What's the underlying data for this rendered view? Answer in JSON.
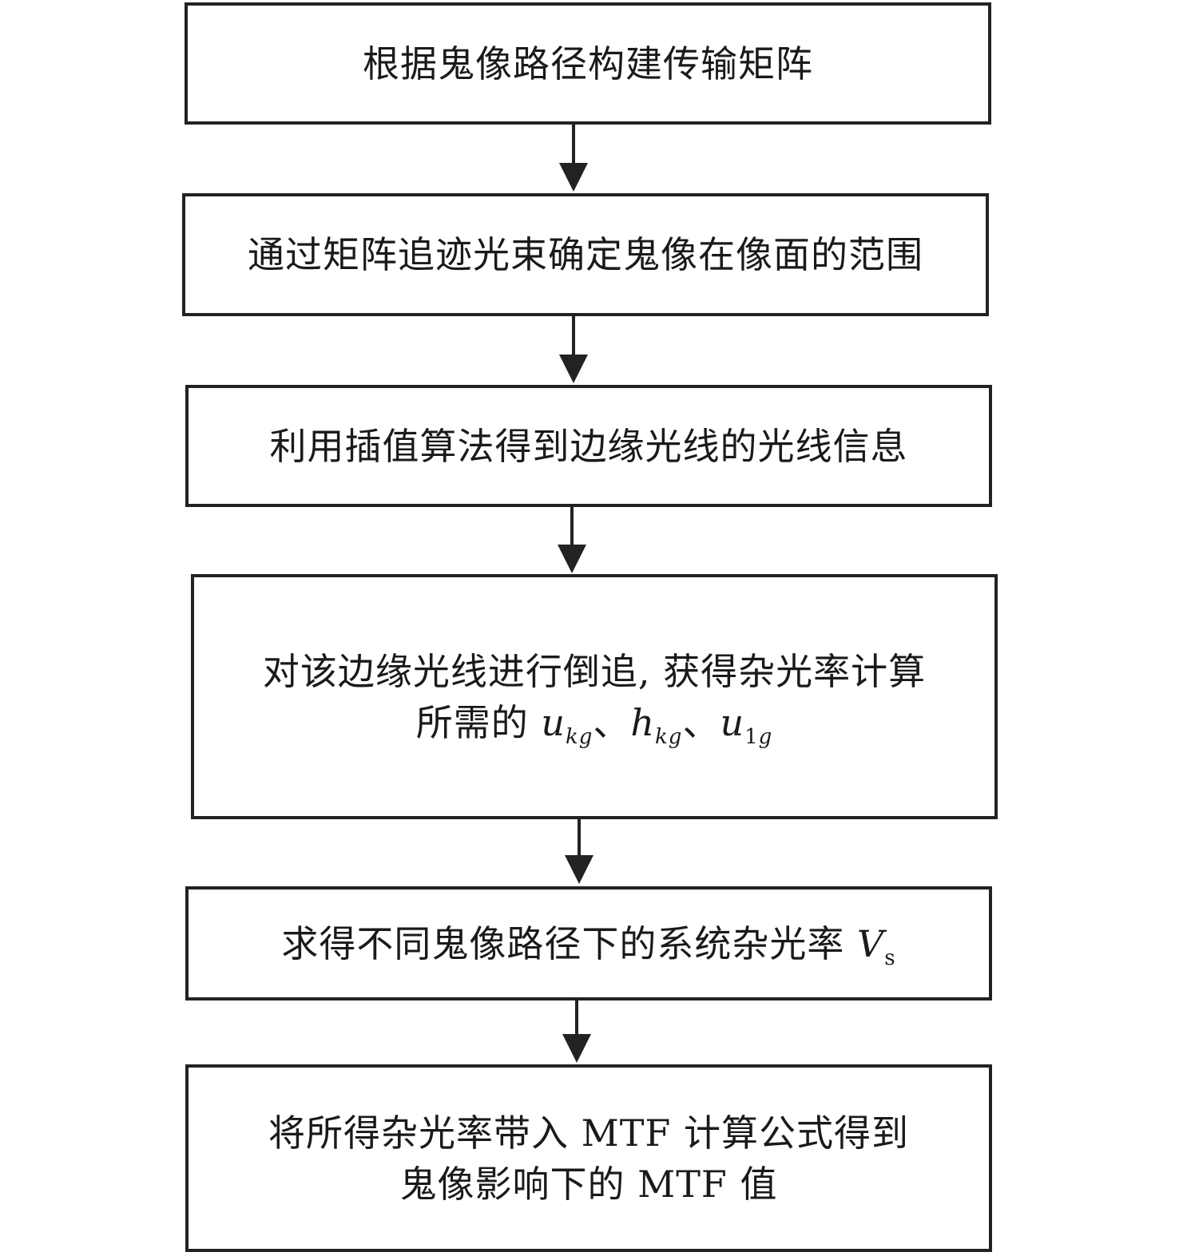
{
  "steps": [
    {
      "lines": [
        "根据鬼像路径构建传输矩阵"
      ]
    },
    {
      "lines": [
        "通过矩阵追迹光束确定鬼像在像面的范围"
      ]
    },
    {
      "lines": [
        "利用插值算法得到边缘光线的光线信息"
      ]
    },
    {
      "line1": "对该边缘光线进行倒追, 获得杂光率计算",
      "line2_prefix": "所需的 ",
      "sep": "、",
      "vars": [
        {
          "sym": "u",
          "sub_main": "k",
          "sub_rest": "g"
        },
        {
          "sym": "h",
          "sub_main": "k",
          "sub_rest": "g"
        },
        {
          "sym": "u",
          "sub_main": "1",
          "sub_rest": "g"
        }
      ]
    },
    {
      "prefix": "求得不同鬼像路径下的系统杂光率 ",
      "sym": "V",
      "sub": "s"
    },
    {
      "lines": [
        "将所得杂光率带入 MTF 计算公式得到",
        "鬼像影响下的 MTF 值"
      ]
    }
  ]
}
